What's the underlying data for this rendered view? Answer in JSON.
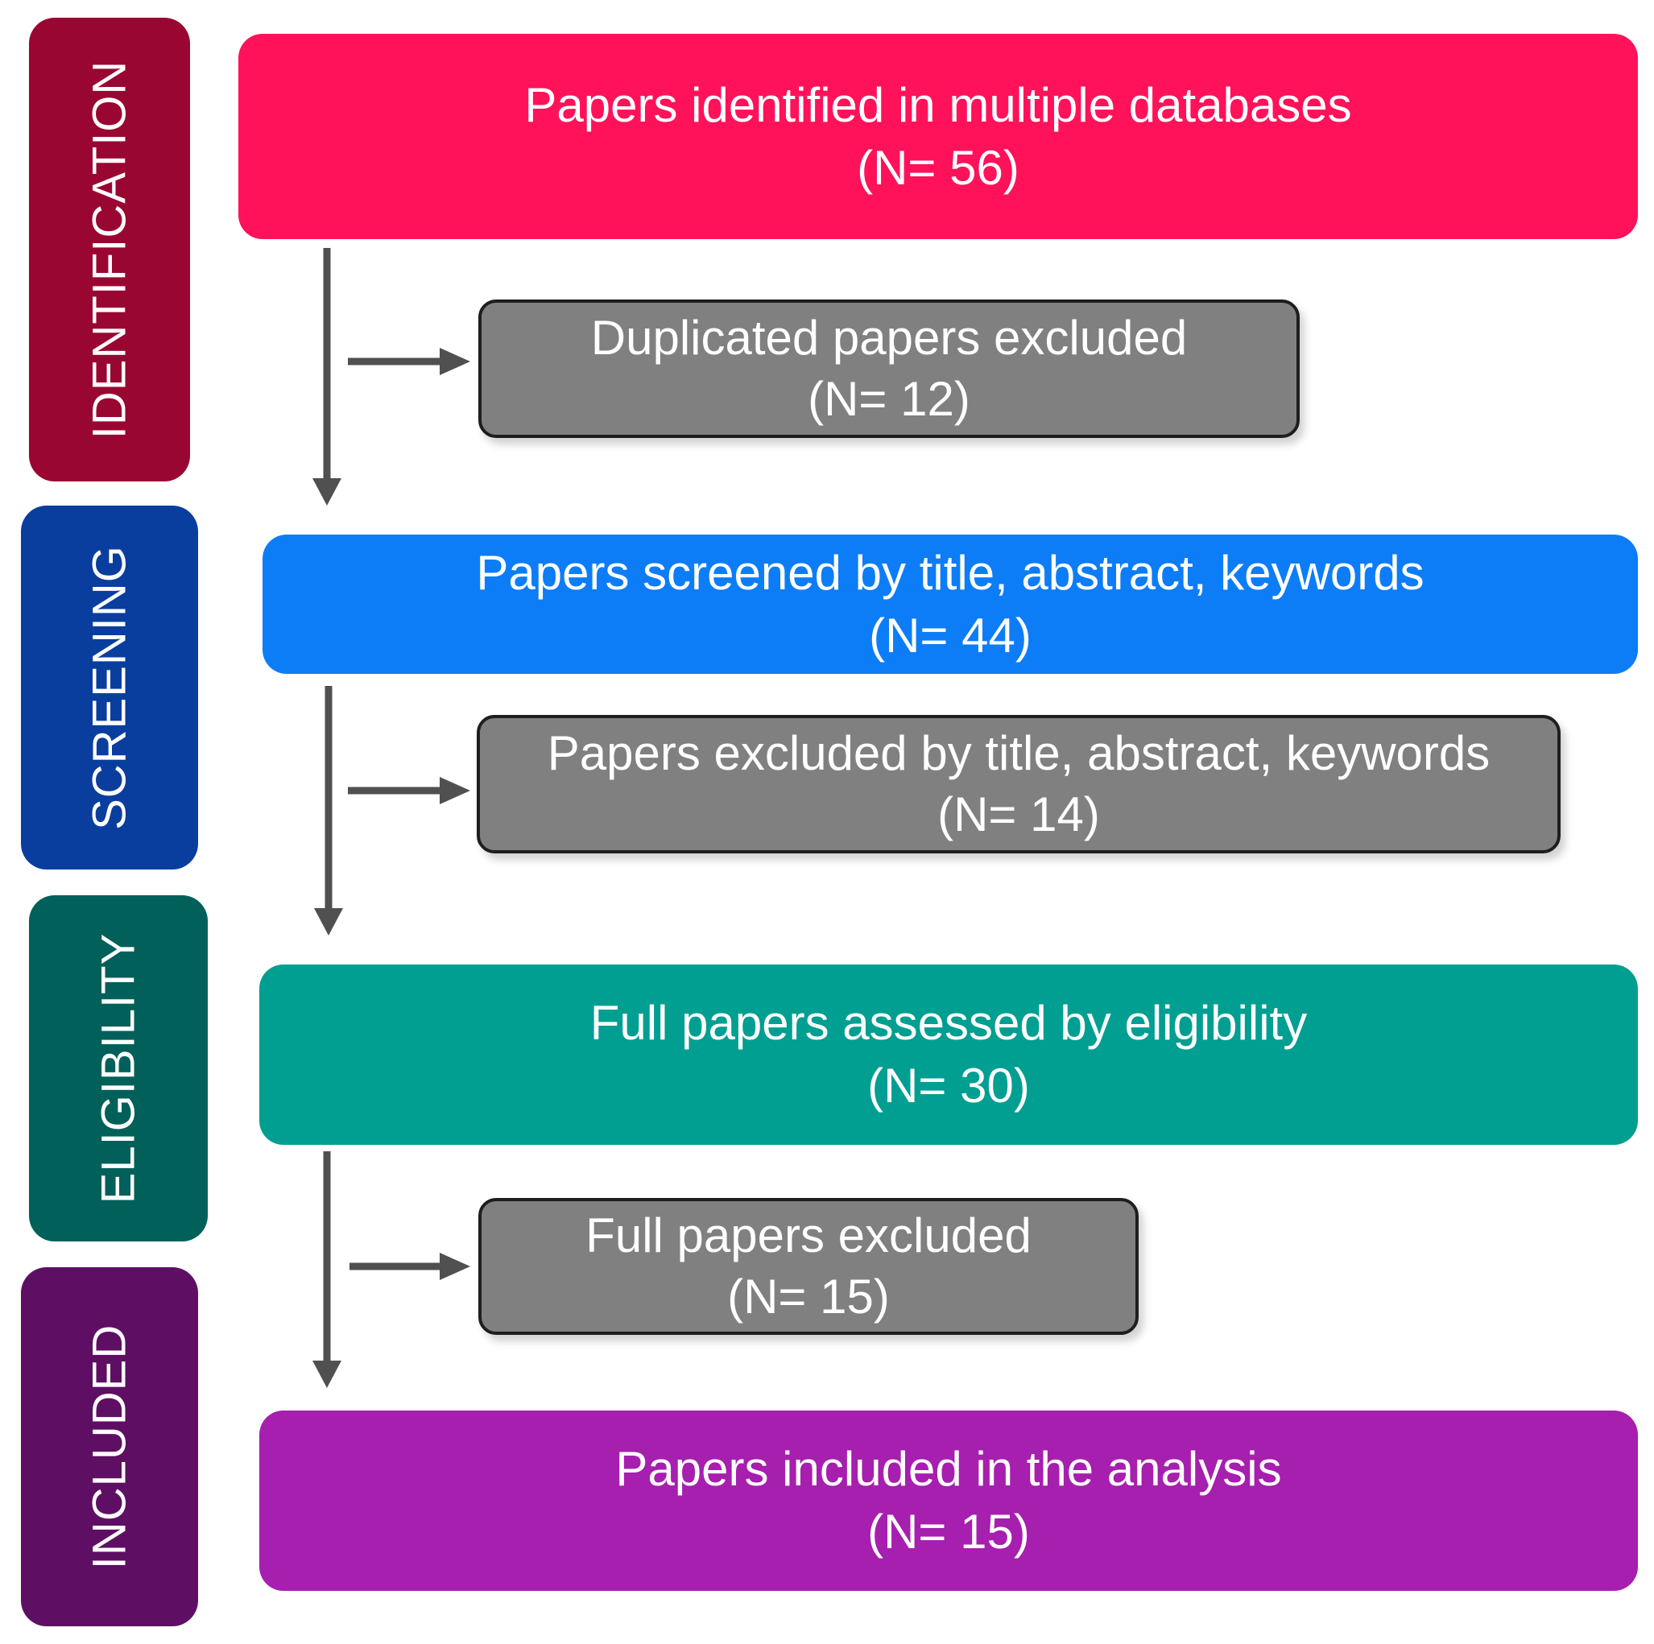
{
  "colors": {
    "identification": "#9a0632",
    "screening": "#0a3e9e",
    "eligibility": "#02605a",
    "included": "#5e0f64",
    "box_identification": "#ff1259",
    "box_screening": "#0d7df7",
    "box_eligibility": "#009f91",
    "box_included": "#a61fae",
    "box_excluded": "#808080",
    "arrow": "#505050"
  },
  "stages": {
    "identification": "IDENTIFICATION",
    "screening": "SCREENING",
    "eligibility": "ELIGIBILITY",
    "included": "INCLUDED"
  },
  "boxes": {
    "identified": {
      "text": "Papers identified in multiple databases",
      "count": "(N= 56)"
    },
    "duplicates": {
      "text": "Duplicated papers excluded",
      "count": "(N= 12)"
    },
    "screened": {
      "text": "Papers screened by title, abstract, keywords",
      "count": "(N= 44)"
    },
    "excluded_screening": {
      "text": "Papers excluded by title, abstract, keywords",
      "count": "(N= 14)"
    },
    "assessed": {
      "text": "Full papers assessed by eligibility",
      "count": "(N= 30)"
    },
    "excluded_full": {
      "text": "Full papers excluded",
      "count": "(N= 15)"
    },
    "included": {
      "text": "Papers included in the analysis",
      "count": "(N= 15)"
    }
  }
}
